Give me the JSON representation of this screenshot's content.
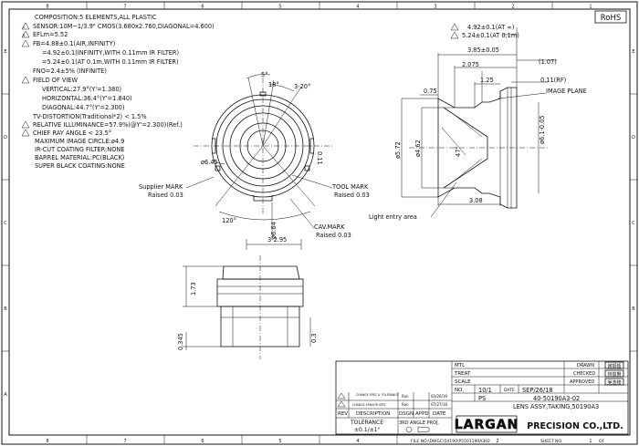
{
  "rohs": "RoHS",
  "grid": {
    "top": [
      "8",
      "7",
      "6",
      "5",
      "4",
      "3",
      "2",
      "1"
    ],
    "bottom": [
      "8",
      "7",
      "6",
      "5",
      "4",
      "3",
      "2",
      "1"
    ],
    "rows": [
      "E",
      "D",
      "C",
      "B",
      "A"
    ]
  },
  "specs": [
    "COMPOSITION:5 ELEMENTS,ALL PLASTIC",
    "SENSOR:10M~1/3.9\" CMOS(3.680x2.760,DIAGONAL=4.600)",
    "EFLm=5.52",
    "FB=4.88±0.1(AIR,INFINITY)",
    "=4.92±0.1(INFINITY,WITH 0.11mm IR FILTER)",
    "=5.24±0.1(AT 0.1m,WITH 0.11mm IR FILTER)",
    "FNO=2.4±5% (INFINITE)",
    "FIELD OF VIEW",
    "VERTICAL:27.9°(Y'=1.380)",
    "HORIZONTAL:36.4°(Y'=1.840)",
    "DIAGONAL:44.7°(Y'=2.300)",
    "TV-DISTORTION(Traditional*2) < 1.5%",
    "RELATIVE ILLUMINANCE=57.9%(@Y'=2.300)(Ref.)",
    "CHIEF RAY ANGLE < 23.5°",
    "MAXIMUM IMAGE CIRCLE:ø4.9",
    "IR-CUT COATING FILTER:NONE",
    "BARREL MATERIAL:PC(BLACK)",
    "SUPER BLACK COATING:NONE"
  ],
  "front_view": {
    "angle_5": "5°",
    "angle_18": "18°",
    "angle_3x20": "3-20°",
    "angle_120": "120°",
    "dia_645": "ø6.45",
    "dia_664": "ø6.64",
    "dim_011": "0.11",
    "dim_3x295": "3-2.95",
    "supplier_mark": "Supplier MARK",
    "supplier_raised": "Raised 0.03",
    "tool_mark": "TOOL MARK",
    "tool_raised": "Raised 0.03",
    "cav_mark": "CAV.MARK",
    "cav_raised": "Raised 0.03"
  },
  "side_view": {
    "dim_492": "4.92±0.1(AT ∞)",
    "dim_524": "5.24±0.1(AT 0.1m)",
    "dim_385": "3.85±0.05",
    "dim_2075": "2.075",
    "dim_107": "(1.07)",
    "dim_125": "1.25",
    "dim_011rf": "0.11(RF)",
    "dim_075": "0.75",
    "image_plane": "IMAGE PLANE",
    "dia_572": "ø5.72",
    "dia_462": "ø4.62",
    "angle_47": "47°",
    "dia_61": "ø6.1-0.05",
    "light_entry": "Light entry area",
    "dim_308": "3.08"
  },
  "bottom_view": {
    "dim_173": "1.73",
    "dim_0345": "0.345",
    "dim_03": "0.3"
  },
  "title_block": {
    "mtl_label": "MTL",
    "treat_label": "TREAT",
    "scale_label": "SCALE",
    "scale_value": "10/1",
    "date_label": "DATE",
    "date_value": "SEP/26/18",
    "no_label": "NO.",
    "ps_value": "PS",
    "drawing_no": "40-50190A3-02",
    "title": "LENS ASSY,TAKING,50190A3",
    "drawn_label": "DRAWN",
    "checked_label": "CHECKED",
    "approved_label": "APPROVED",
    "drawn_sig": "謝振韶",
    "checked_sig": "林俊賢",
    "approved_sig": "吳浩榜",
    "tolerance_label": "TOLERANCE",
    "tolerance_value": "±0.1/±1°",
    "angle_proj_label": "3RD ANGLE PROJ.",
    "rev_label": "REV",
    "desc_label": "DESCRIPTION",
    "dsgn_label": "DSGN",
    "appd_label": "APPD",
    "date_col_label": "DATE",
    "rev1_desc": "CHANGE SPEC & TOLERANCE",
    "rev1_dsgn": "Ron",
    "rev1_date": "03/26/19",
    "rev0_desc": "CHANGE SENSOR SPEC",
    "rev0_dsgn": "Ron",
    "rev0_date": "07/27/18",
    "rev_a": "A",
    "rev_b": "B",
    "logo": "LARGAN",
    "company": "PRECISION CO.,LTD.",
    "file_no": "FILE NO:\\DWGC\\50190\\P5501190A302",
    "sheet_no": "SHEET NO.",
    "of": "OF"
  }
}
